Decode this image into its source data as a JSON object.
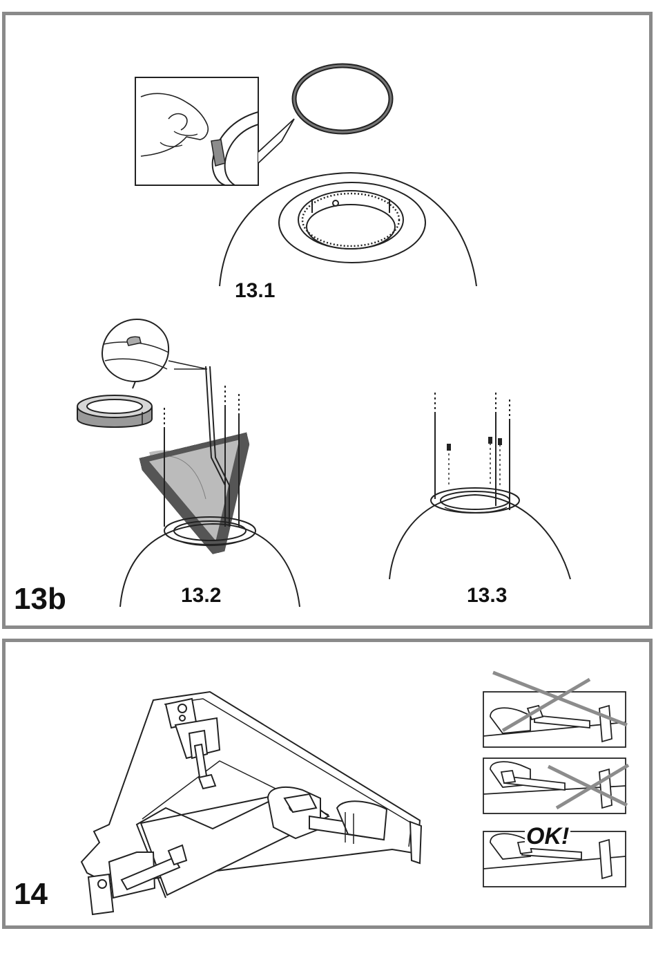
{
  "section_13b": {
    "label": "13b",
    "steps": [
      {
        "label": "13.1"
      },
      {
        "label": "13.2"
      },
      {
        "label": "13.3"
      }
    ]
  },
  "section_14": {
    "label": "14",
    "check_label": "OK!"
  },
  "colors": {
    "frame": "#8a8a8a",
    "line": "#222222",
    "shade": "#9a9a9a",
    "cross": "#8c8c8c"
  }
}
